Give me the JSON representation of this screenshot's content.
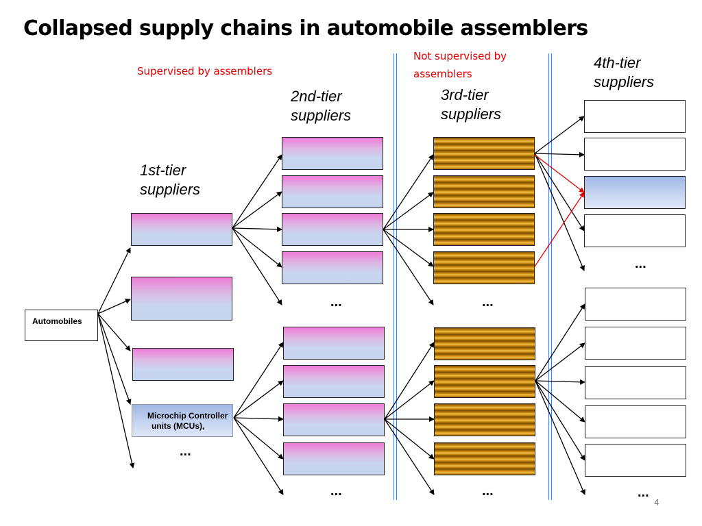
{
  "title": "Collapsed supply chains in automobile assemblers",
  "labels": {
    "supervised": "Supervised by assemblers",
    "not_supervised_1": "Not supervised by",
    "not_supervised_2": "assemblers",
    "tier1_1": "1st-tier",
    "tier1_2": "suppliers",
    "tier2_1": "2nd-tier",
    "tier2_2": "suppliers",
    "tier3_1": "3rd-tier",
    "tier3_2": "suppliers",
    "tier4_1": "4th-tier",
    "tier4_2": "suppliers"
  },
  "nodes": {
    "automobiles": "Automobiles",
    "mcu_1": "Microchip Controller",
    "mcu_2": "units (MCUs),"
  },
  "ellipsis": "...",
  "page_number": "4",
  "colors": {
    "title": "#000000",
    "supervision_labels": "#e00000",
    "separator": "#4a7fd0",
    "highlight_arrows": "#e00000",
    "tier1_tier2_boxes": "pink-to-lavender gradient",
    "tier3_boxes": "brown-gold striped",
    "mcu_box": "light blue gradient",
    "tier4_boxes": "white"
  }
}
